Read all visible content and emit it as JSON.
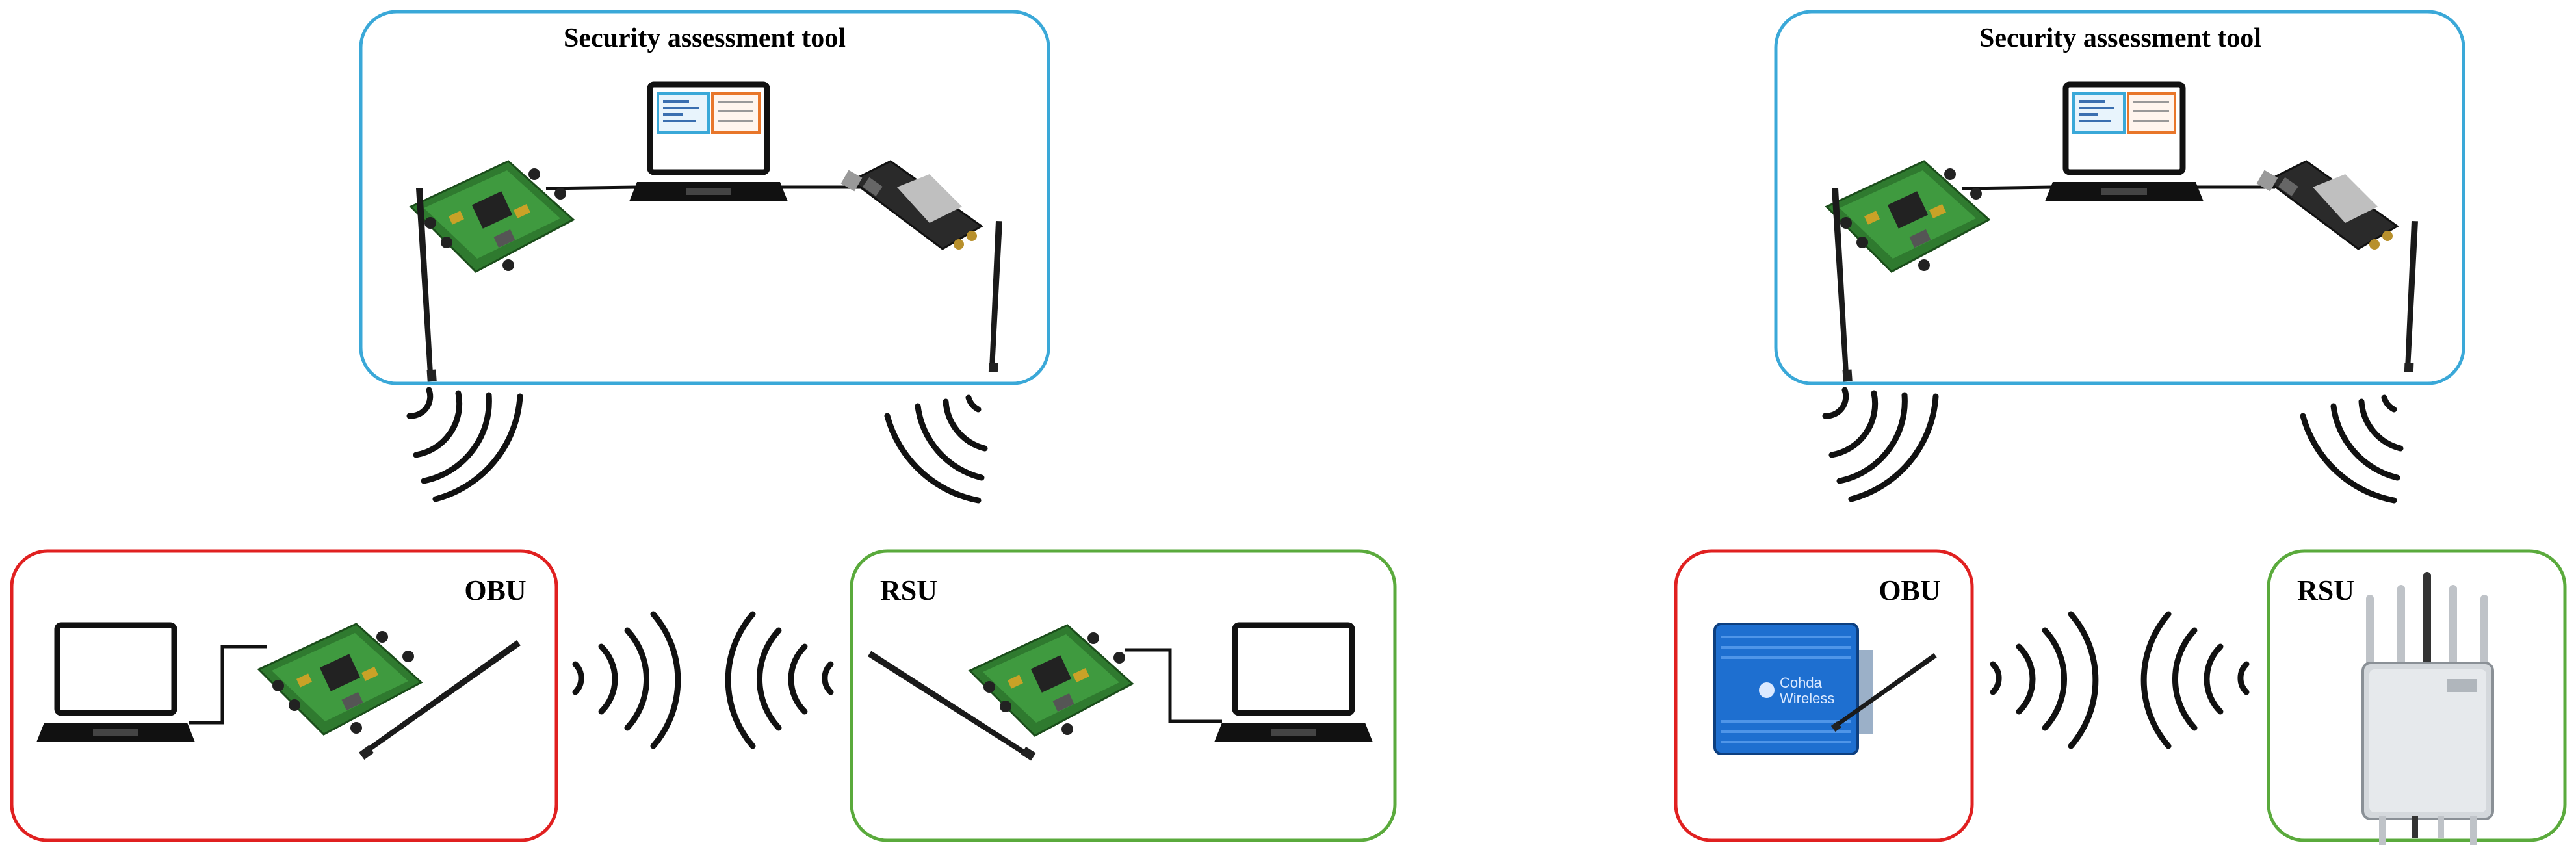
{
  "left_setup": {
    "tool_box_title": "Security assessment tool",
    "obu_label": "OBU",
    "rsu_label": "RSU"
  },
  "right_setup": {
    "tool_box_title": "Security assessment tool",
    "obu_label": "OBU",
    "rsu_label": "RSU",
    "obu_brand_line1": "Cohda",
    "obu_brand_line2": "Wireless"
  },
  "colors": {
    "tool_box": "#3aa8d8",
    "obu_box": "#e02020",
    "rsu_box": "#5aaa3c",
    "sdr_board": "#3f8a3a",
    "cohda_obu": "#1e6fd0",
    "rsu_unit": "#c8ccd0"
  },
  "icons": [
    "laptop-icon",
    "sdr-board-icon",
    "hackrf-board-icon",
    "antenna-icon",
    "radio-waves-icon",
    "cohda-obu-icon",
    "commercial-rsu-icon"
  ]
}
